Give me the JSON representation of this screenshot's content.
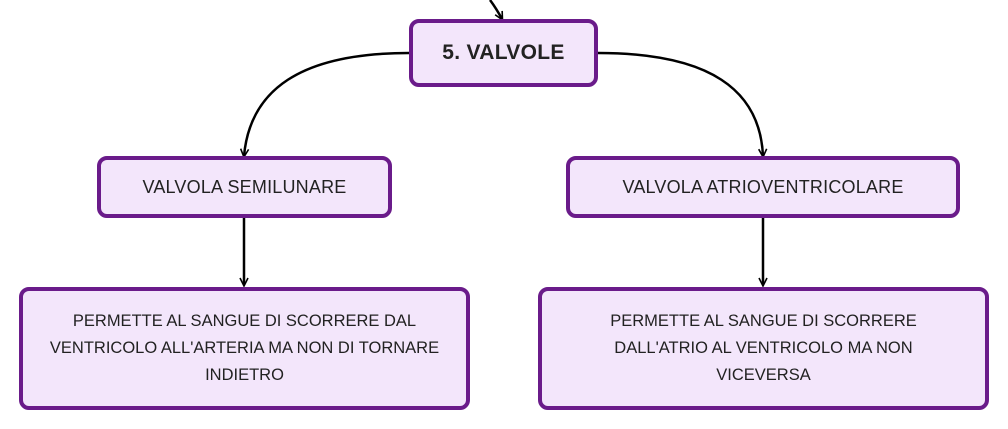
{
  "diagram": {
    "root": {
      "label": "5. VALVOLE"
    },
    "branches": [
      {
        "label": "VALVOLA SEMILUNARE",
        "description": "PERMETTE AL SANGUE DI SCORRERE DAL VENTRICOLO ALL'ARTERIA MA NON DI TORNARE INDIETRO"
      },
      {
        "label": "VALVOLA ATRIOVENTRICOLARE",
        "description": "PERMETTE AL SANGUE DI SCORRERE DALL'ATRIO AL VENTRICOLO MA NON VICEVERSA"
      }
    ]
  },
  "colors": {
    "node_fill": "#f3e6fb",
    "node_border": "#6a1b8a",
    "connector": "#000000",
    "text": "#222222"
  }
}
